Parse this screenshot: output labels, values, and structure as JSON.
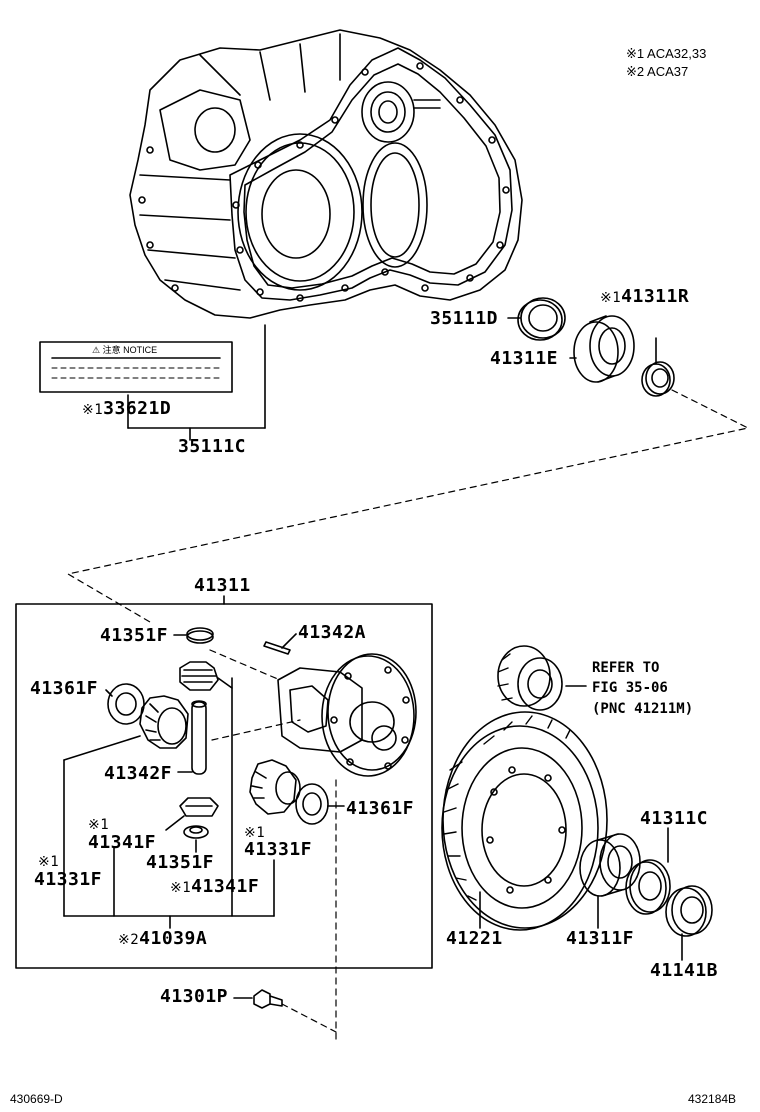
{
  "notes": {
    "line1_mark": "※1",
    "line1_text": "ACA32,33",
    "line2_mark": "※2",
    "line2_text": "ACA37"
  },
  "labels": {
    "p35111D": "35111D",
    "p41311R_mark": "※1",
    "p41311R": "41311R",
    "p41311E": "41311E",
    "p33621D_mark": "※1",
    "p33621D": "33621D",
    "p35111C": "35111C",
    "p41311": "41311",
    "p41351F_top": "41351F",
    "p41342A": "41342A",
    "p41361F_left": "41361F",
    "p41342F": "41342F",
    "p41341F_left_mark": "※1",
    "p41341F_left": "41341F",
    "p41351F_bottom": "41351F",
    "p41331F_mid_mark": "※1",
    "p41331F_mid": "41331F",
    "p41361F_right": "41361F",
    "p41331F_left_mark": "※1",
    "p41331F_left": "41331F",
    "p41341F_bottom_mark": "※1",
    "p41341F_bottom": "41341F",
    "p41039A_mark": "※2",
    "p41039A": "41039A",
    "p41301P": "41301P",
    "p41221": "41221",
    "p41311F": "41311F",
    "p41311C": "41311C",
    "p41141B": "41141B"
  },
  "refer": {
    "line1": "REFER TO",
    "line2": "FIG 35-06",
    "line3": "(PNC 41211M)"
  },
  "caution_label": {
    "title": "⚠ 注意  NOTICE"
  },
  "footer": {
    "left_code": "430669-D",
    "right_code": "432184B"
  }
}
